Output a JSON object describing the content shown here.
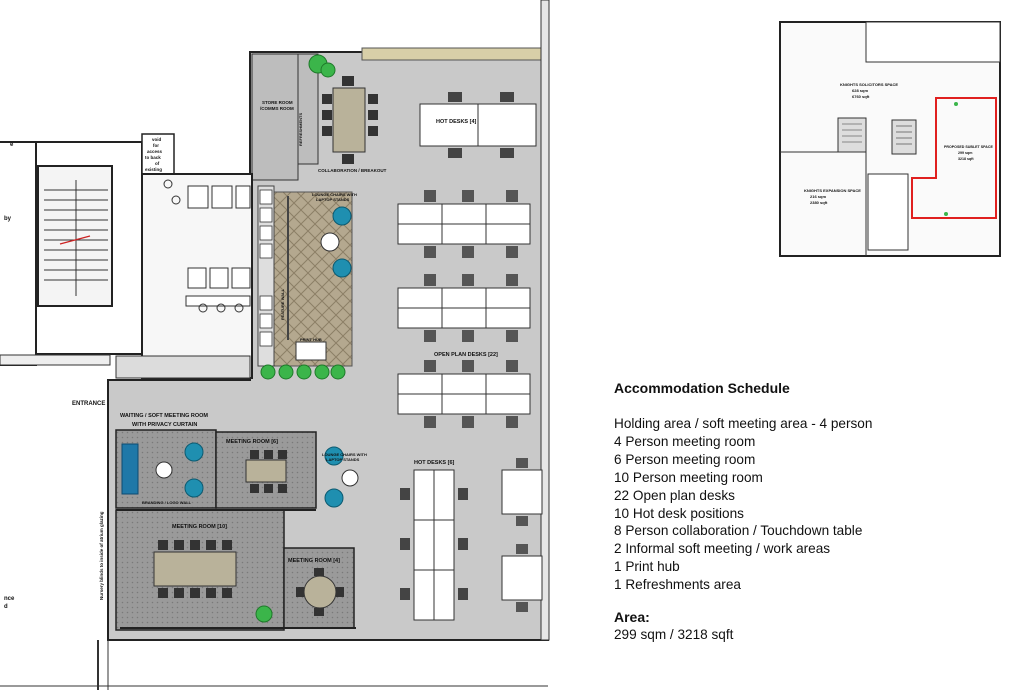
{
  "plan": {
    "labels": {
      "store_room": "STORE ROOM",
      "comms_room": "/COMMS ROOM",
      "hot_desks_top": "HOT DESKS [4]",
      "collab": "COLLABORATION / BREAKOUT",
      "lounge_top_1": "LOUNGE CHAIRS WITH",
      "lounge_top_2": "LAPTOP STANDS",
      "open_plan": "OPEN PLAN DESKS [22]",
      "print_hub": "PRINT HUB",
      "waiting_1": "WAITING / SOFT MEETING ROOM",
      "waiting_2": "WITH PRIVACY CURTAIN",
      "branding": "BRANDING / LOGO WALL",
      "meeting_6": "MEETING ROOM [6]",
      "meeting_10": "MEETING ROOM [10]",
      "meeting_4": "MEETING ROOM [4]",
      "lounge_bottom_1": "LOUNGE CHAIRS WITH",
      "lounge_bottom_2": "LAPTOP STANDS",
      "hot_desks_bottom": "HOT DESKS [6]",
      "entrance": "ENTRANCE",
      "void_1": "void",
      "void_2": "for",
      "void_3": "access",
      "void_4": "to back",
      "void_5": "of",
      "void_6": "existing",
      "left_by": "by",
      "left_e": "e",
      "left_nce": "nce",
      "left_d": "d",
      "vertical_note": "Nursery blinds to inside of atrium glazing",
      "refreshments": "REFRESHMENTS",
      "feature_wall": "FEATURE WALL"
    }
  },
  "keyplan": {
    "labels": {
      "solicitors_1": "KNIGHTS SOLICITORS SPACE",
      "solicitors_2": "628 sqm",
      "solicitors_3": "6760 sqft",
      "sublet_1": "PROPOSED SUBLET SPACE",
      "sublet_2": "299 sqm",
      "sublet_3": "3218 sqft",
      "expansion_1": "KNIGHTS EXPANSION SPACE",
      "expansion_2": "216 sqm",
      "expansion_3": "2380 sqft"
    },
    "highlight_color": "#e0201f"
  },
  "schedule": {
    "title": "Accommodation Schedule",
    "items": [
      "Holding area / soft meeting area - 4 person",
      "4 Person meeting room",
      "6 Person meeting room",
      "10 Person meeting room",
      "22 Open plan desks",
      "10 Hot desk positions",
      "8 Person collaboration / Touchdown table",
      "2 Informal soft meeting / work areas",
      "1 Print hub",
      "1 Refreshments area"
    ],
    "area_label": "Area:",
    "area_value": "299 sqm / 3218 sqft"
  },
  "colors": {
    "floor": "#c8c8c8",
    "herringbone": "#a89a80",
    "chair_teal": "#1f8fb0",
    "sofa_blue": "#1f78a8",
    "plant_green": "#3bb54a"
  }
}
